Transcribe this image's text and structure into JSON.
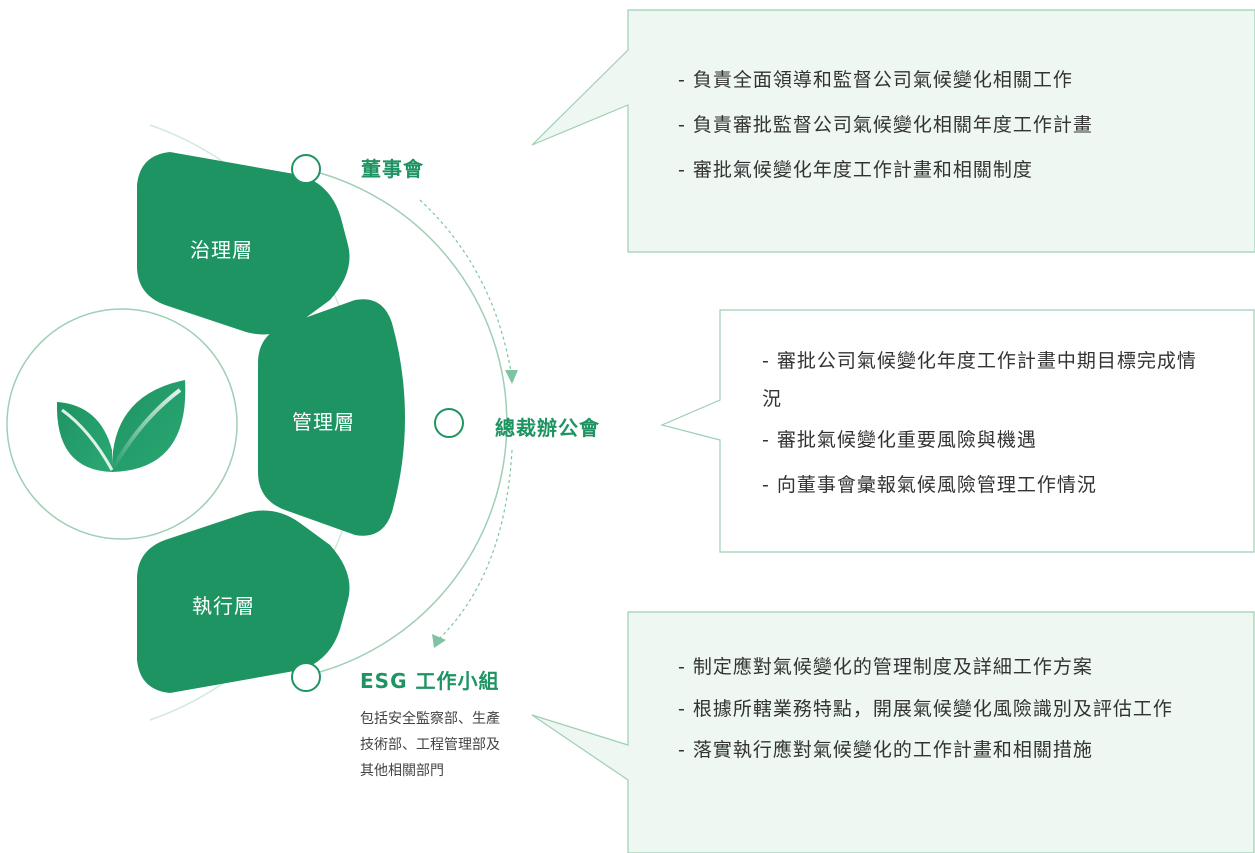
{
  "segments": {
    "governance": "治理層",
    "management": "管理層",
    "execution": "執行層"
  },
  "nodes": {
    "board": "董事會",
    "president_office": "總裁辦公會",
    "esg_group": "ESG 工作小組"
  },
  "esg_note": "包括安全監察部、生產技術部、工程管理部及其他相關部門",
  "boxes": {
    "board": [
      "- 負責全面領導和監督公司氣候變化相關工作",
      "- 負責審批監督公司氣候變化相關年度工作計畫",
      "- 審批氣候變化年度工作計畫和相關制度"
    ],
    "president_office": [
      "- 審批公司氣候變化年度工作計畫中期目標完成情況",
      "- 審批氣候變化重要風險與機遇",
      "- 向董事會彙報氣候風險管理工作情況"
    ],
    "esg_group": [
      "- 制定應對氣候變化的管理制度及詳細工作方案",
      "- 根據所轄業務特點，開展氣候變化風險識別及評估工作",
      "- 落實執行應對氣候變化的工作計畫和相關措施"
    ]
  },
  "colors": {
    "primary": "#1e9462",
    "box_fill": "#eef7f2",
    "box_border": "#9fcfb5",
    "outline": "#b9dcc8"
  },
  "icons": {
    "center": "leaf-icon"
  }
}
